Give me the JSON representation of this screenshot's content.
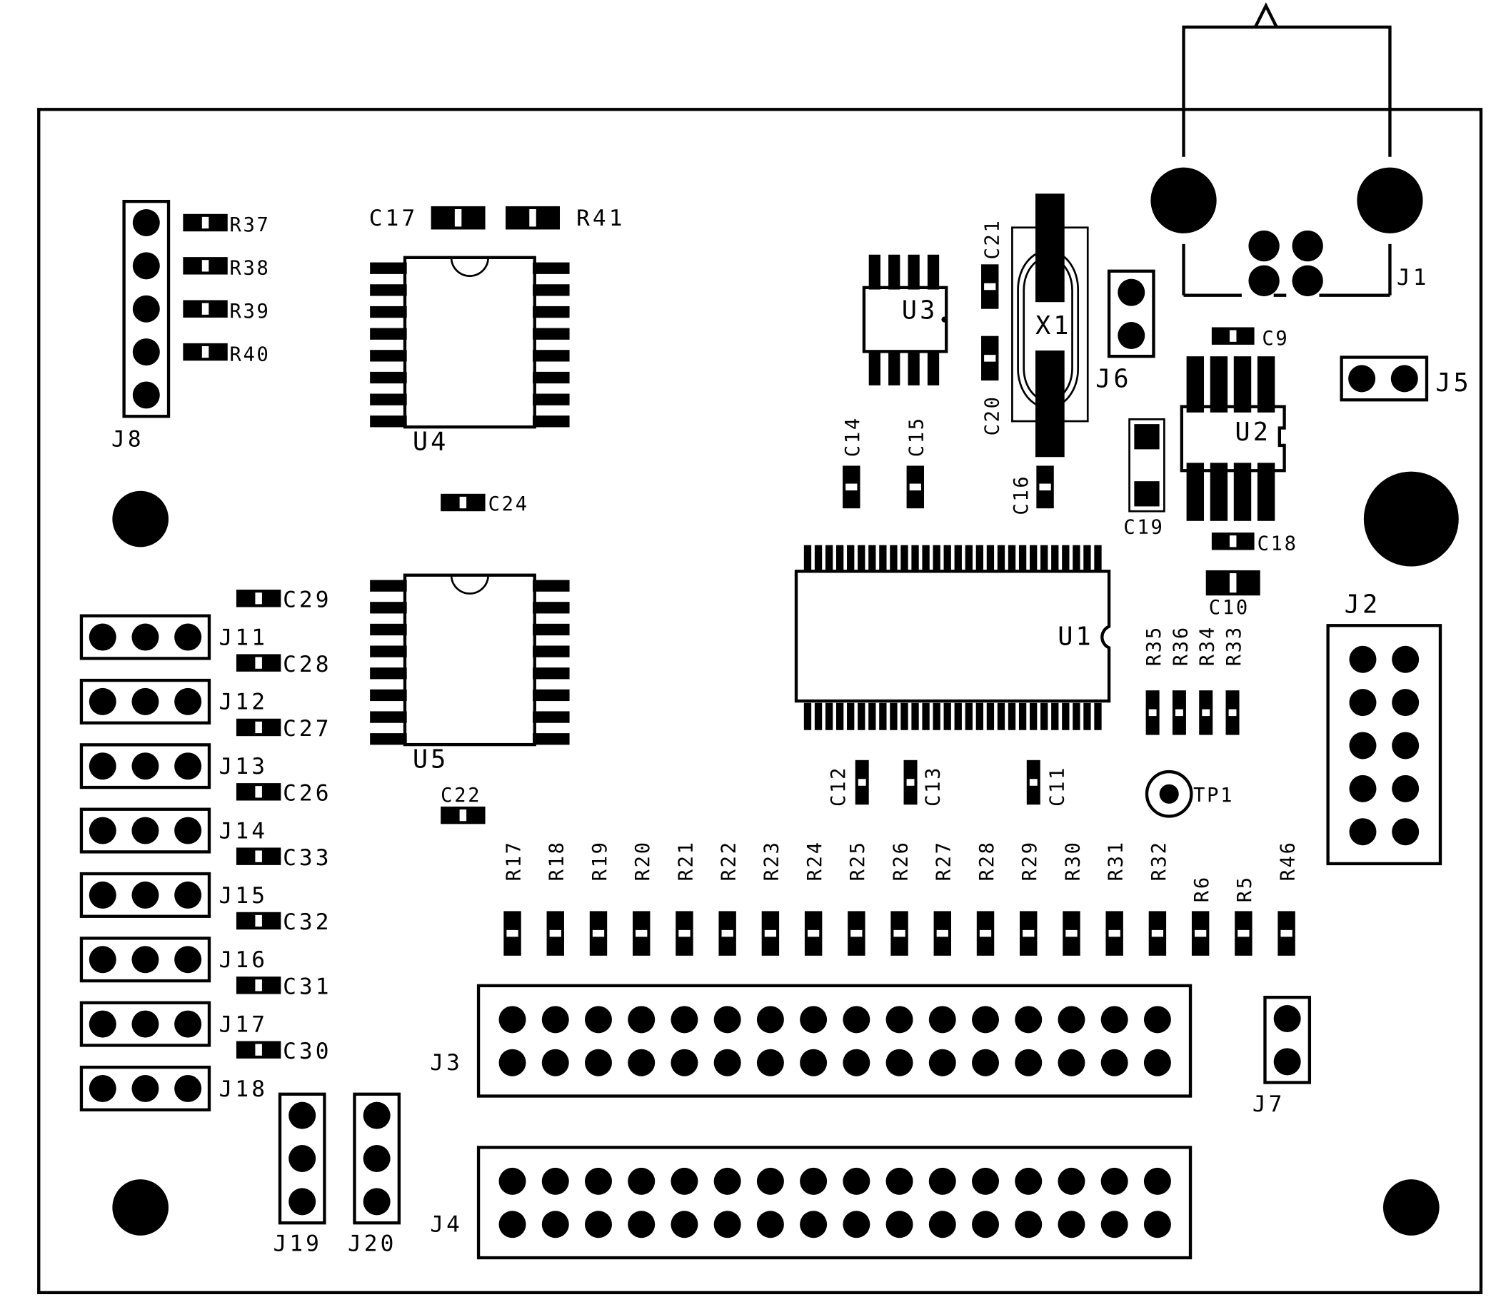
{
  "document": {
    "type": "PCB silkscreen / assembly drawing",
    "colors": {
      "ink": "#000000",
      "background": "#ffffff"
    }
  },
  "board": {
    "mounting_holes": [
      "hole-top-left",
      "hole-bottom-left",
      "hole-right-middle",
      "hole-bottom-right"
    ]
  },
  "ics": [
    {
      "ref": "U1",
      "pins_per_side": 28,
      "package": "TSSOP"
    },
    {
      "ref": "U2",
      "pins_per_side": 4,
      "package": "SOIC-8"
    },
    {
      "ref": "U3",
      "pins_per_side": 4,
      "package": "SOIC-8"
    },
    {
      "ref": "U4",
      "pins_per_side": 8,
      "package": "SOIC-16"
    },
    {
      "ref": "U5",
      "pins_per_side": 8,
      "package": "SOIC-16"
    }
  ],
  "crystal": {
    "ref": "X1"
  },
  "test_points": [
    {
      "ref": "TP1"
    }
  ],
  "connectors": [
    {
      "ref": "J1",
      "kind": "usb",
      "pins": 4
    },
    {
      "ref": "J2",
      "rows": 5,
      "cols": 2
    },
    {
      "ref": "J3",
      "rows": 2,
      "cols": 16
    },
    {
      "ref": "J4",
      "rows": 2,
      "cols": 16
    },
    {
      "ref": "J5",
      "rows": 1,
      "cols": 2
    },
    {
      "ref": "J6",
      "rows": 2,
      "cols": 1
    },
    {
      "ref": "J7",
      "rows": 2,
      "cols": 1
    },
    {
      "ref": "J8",
      "rows": 5,
      "cols": 1
    },
    {
      "ref": "J11",
      "rows": 1,
      "cols": 3
    },
    {
      "ref": "J12",
      "rows": 1,
      "cols": 3
    },
    {
      "ref": "J13",
      "rows": 1,
      "cols": 3
    },
    {
      "ref": "J14",
      "rows": 1,
      "cols": 3
    },
    {
      "ref": "J15",
      "rows": 1,
      "cols": 3
    },
    {
      "ref": "J16",
      "rows": 1,
      "cols": 3
    },
    {
      "ref": "J17",
      "rows": 1,
      "cols": 3
    },
    {
      "ref": "J18",
      "rows": 1,
      "cols": 3
    },
    {
      "ref": "J19",
      "rows": 3,
      "cols": 1
    },
    {
      "ref": "J20",
      "rows": 3,
      "cols": 1
    }
  ],
  "capacitors": [
    "C9",
    "C10",
    "C11",
    "C12",
    "C13",
    "C14",
    "C15",
    "C16",
    "C17",
    "C18",
    "C19",
    "C20",
    "C21",
    "C22",
    "C24",
    "C26",
    "C27",
    "C28",
    "C29",
    "C30",
    "C31",
    "C32",
    "C33"
  ],
  "resistors": [
    "R5",
    "R6",
    "R17",
    "R18",
    "R19",
    "R20",
    "R21",
    "R22",
    "R23",
    "R24",
    "R25",
    "R26",
    "R27",
    "R28",
    "R29",
    "R30",
    "R31",
    "R32",
    "R33",
    "R34",
    "R35",
    "R36",
    "R37",
    "R38",
    "R39",
    "R40",
    "R41",
    "R46"
  ],
  "resistor_row_labels": [
    "R17",
    "R18",
    "R19",
    "R20",
    "R21",
    "R22",
    "R23",
    "R24",
    "R25",
    "R26",
    "R27",
    "R28",
    "R29",
    "R30",
    "R31",
    "R32",
    "R6",
    "R5",
    "R46"
  ],
  "resistor_column_labels": [
    "R35",
    "R36",
    "R34",
    "R33"
  ]
}
